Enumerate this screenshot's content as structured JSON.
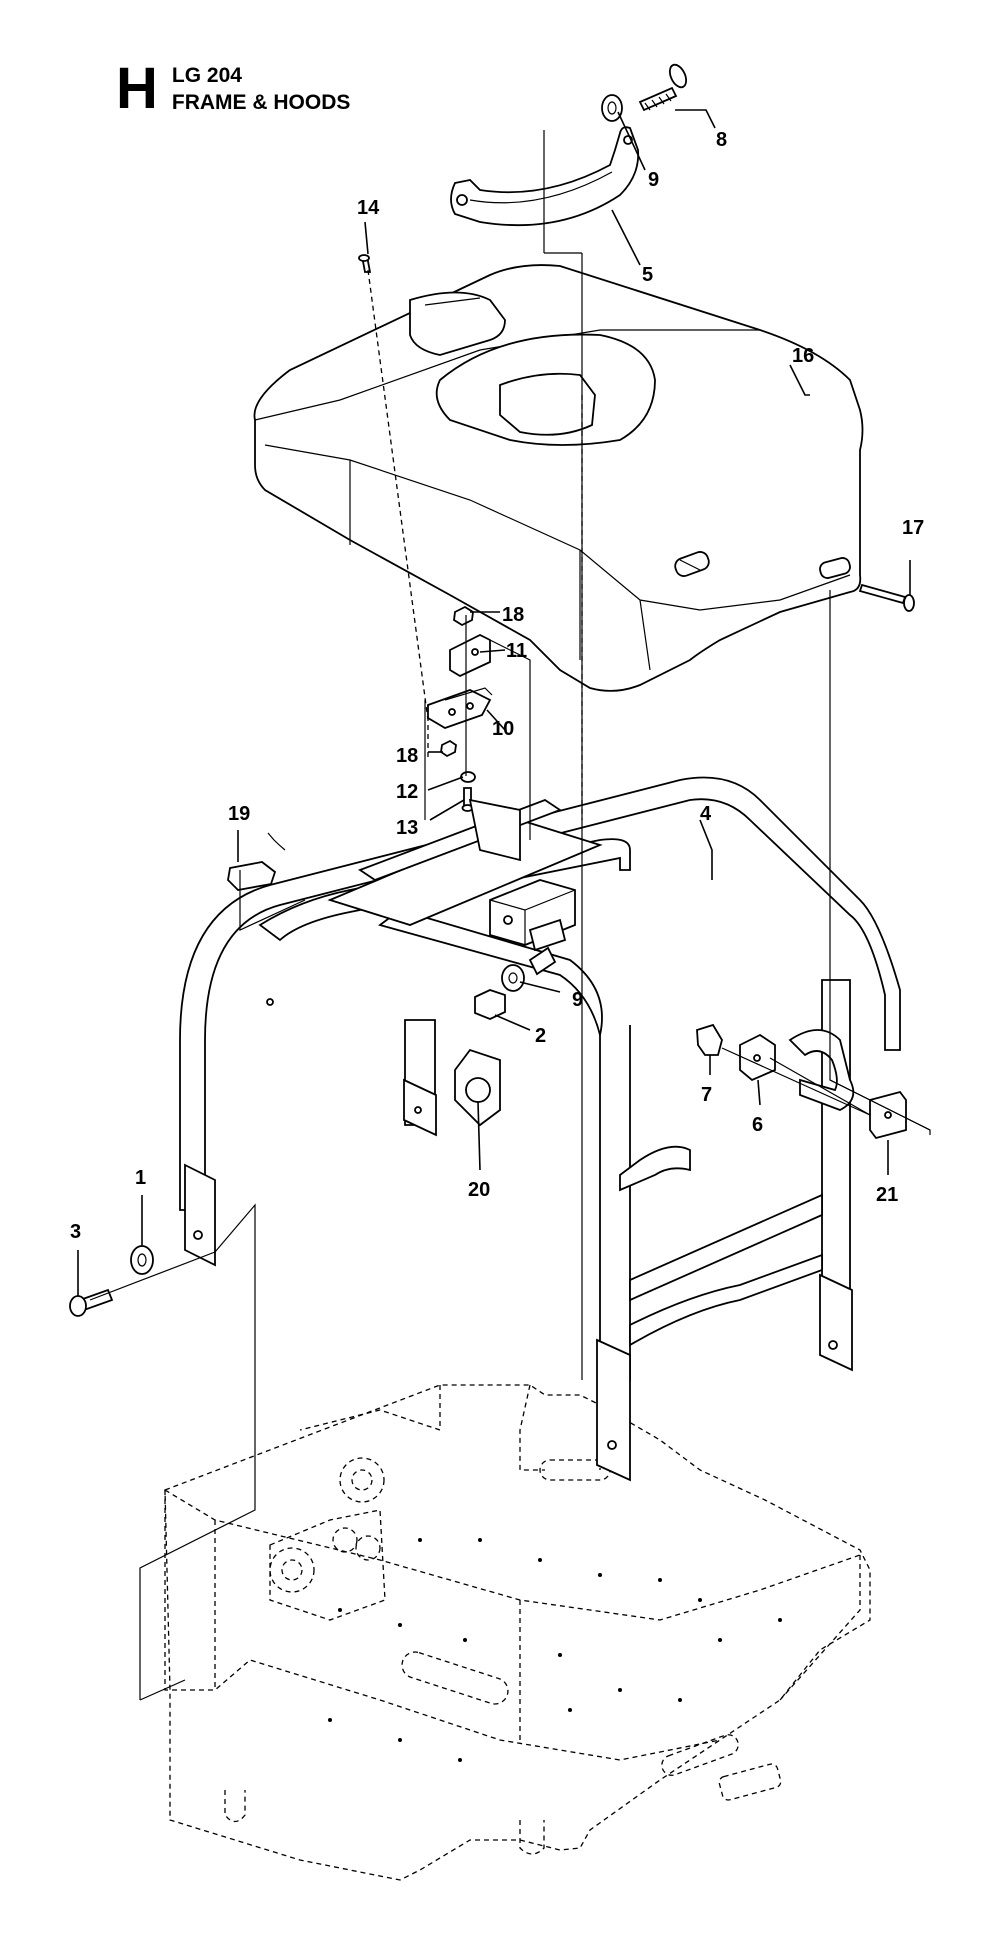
{
  "header": {
    "section_letter": "H",
    "model": "LG 204",
    "title": "FRAME & HOODS"
  },
  "callouts": [
    {
      "id": "c1",
      "label": "1"
    },
    {
      "id": "c2",
      "label": "2"
    },
    {
      "id": "c3",
      "label": "3"
    },
    {
      "id": "c4",
      "label": "4"
    },
    {
      "id": "c5",
      "label": "5"
    },
    {
      "id": "c6",
      "label": "6"
    },
    {
      "id": "c7",
      "label": "7"
    },
    {
      "id": "c8",
      "label": "8"
    },
    {
      "id": "c9a",
      "label": "9"
    },
    {
      "id": "c9b",
      "label": "9"
    },
    {
      "id": "c10",
      "label": "10"
    },
    {
      "id": "c11",
      "label": "11"
    },
    {
      "id": "c12",
      "label": "12"
    },
    {
      "id": "c13",
      "label": "13"
    },
    {
      "id": "c14",
      "label": "14"
    },
    {
      "id": "c16",
      "label": "16"
    },
    {
      "id": "c17",
      "label": "17"
    },
    {
      "id": "c18a",
      "label": "18"
    },
    {
      "id": "c18b",
      "label": "18"
    },
    {
      "id": "c19",
      "label": "19"
    },
    {
      "id": "c20",
      "label": "20"
    },
    {
      "id": "c21",
      "label": "21"
    }
  ]
}
